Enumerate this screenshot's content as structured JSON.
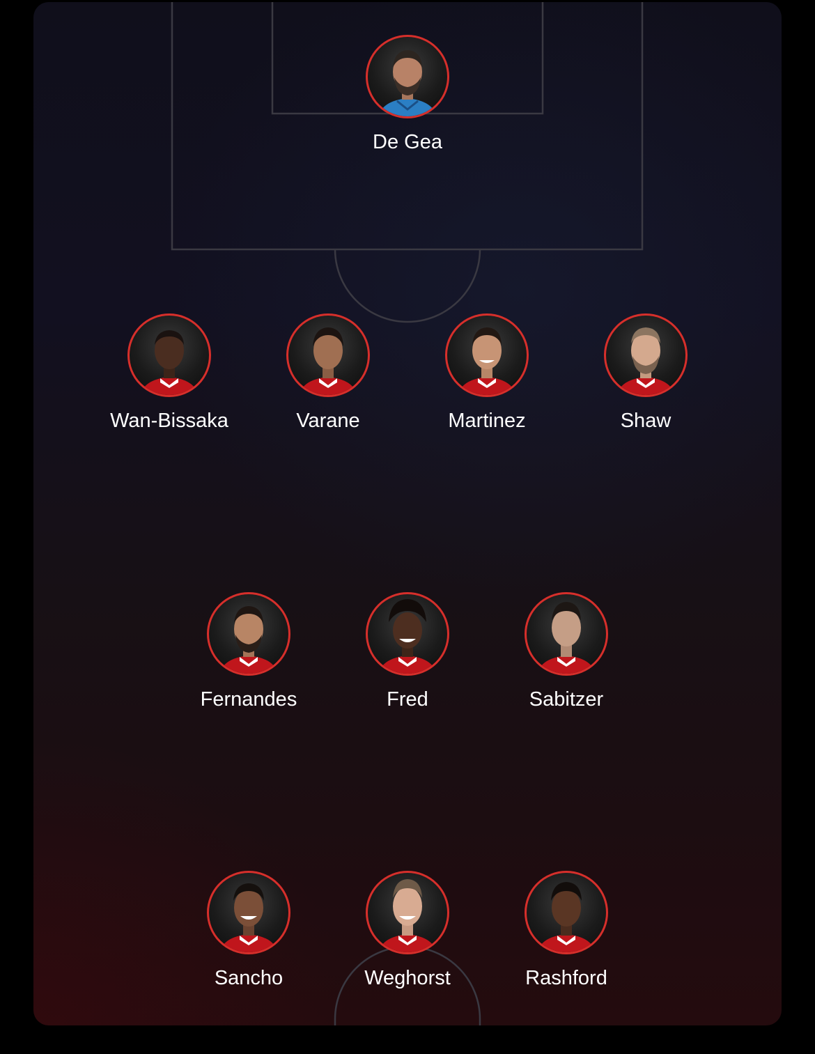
{
  "colors": {
    "page_background": "#000000",
    "pitch_top": "#100f1b",
    "pitch_bottom": "#240b0e",
    "pitch_lines": "#3a3942",
    "avatar_ring": "#d62f2b",
    "name_text": "#ffffff"
  },
  "lineup": {
    "goalkeeper": [
      {
        "name": "De Gea",
        "kit": "goalkeeper"
      }
    ],
    "defenders": [
      {
        "name": "Wan-Bissaka",
        "kit": "home"
      },
      {
        "name": "Varane",
        "kit": "home"
      },
      {
        "name": "Martinez",
        "kit": "home"
      },
      {
        "name": "Shaw",
        "kit": "home"
      }
    ],
    "midfielders": [
      {
        "name": "Fernandes",
        "kit": "home"
      },
      {
        "name": "Fred",
        "kit": "home"
      },
      {
        "name": "Sabitzer",
        "kit": "home"
      }
    ],
    "forwards": [
      {
        "name": "Sancho",
        "kit": "home"
      },
      {
        "name": "Weghorst",
        "kit": "home"
      },
      {
        "name": "Rashford",
        "kit": "home"
      }
    ]
  }
}
